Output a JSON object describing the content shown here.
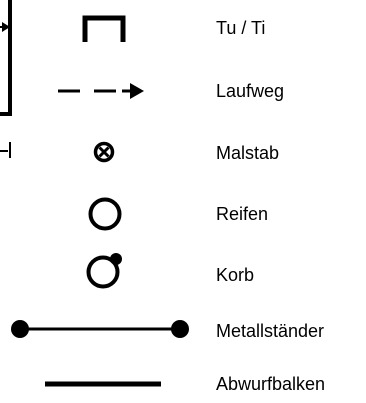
{
  "legend": {
    "items": [
      {
        "symbol": "uturn-icon",
        "label": "Tu / Ti"
      },
      {
        "symbol": "dashed-arrow-icon",
        "label": "Laufweg"
      },
      {
        "symbol": "crossed-circle-icon",
        "label": "Malstab"
      },
      {
        "symbol": "ring-icon",
        "label": "Reifen"
      },
      {
        "symbol": "ring-with-dot-icon",
        "label": "Korb"
      },
      {
        "symbol": "line-with-end-dots-icon",
        "label": "Metallständer"
      },
      {
        "symbol": "thick-line-icon",
        "label": "Abwurfbalken"
      }
    ]
  },
  "colors": {
    "ink": "#000000",
    "background": "#ffffff"
  }
}
